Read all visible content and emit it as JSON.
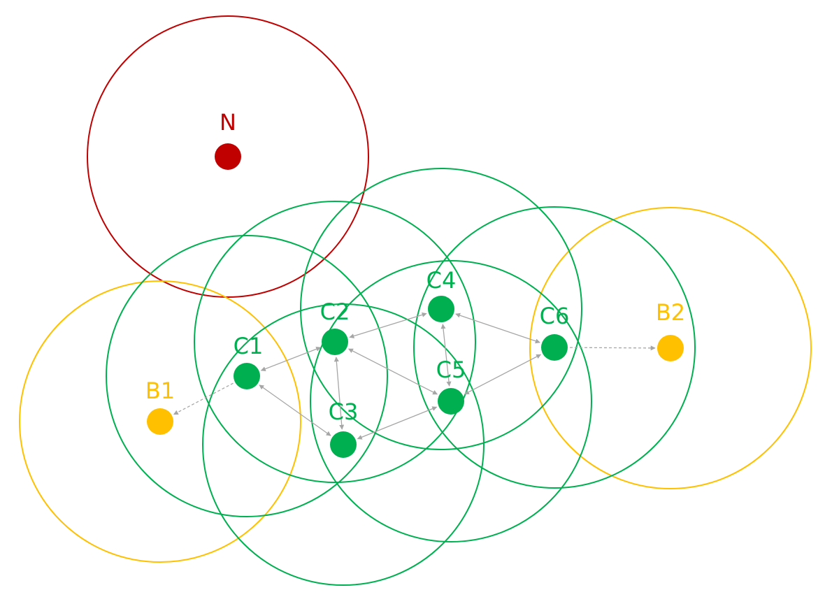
{
  "colors": {
    "outsider": "#C00000",
    "cluster": "#00B050",
    "border": "#FFC000",
    "link": "#A6A6A6"
  },
  "nodes": [
    {
      "id": "N",
      "label": "N",
      "role": "outsider"
    },
    {
      "id": "B1",
      "label": "B1",
      "role": "border"
    },
    {
      "id": "B2",
      "label": "B2",
      "role": "border"
    },
    {
      "id": "C1",
      "label": "C1",
      "role": "cluster"
    },
    {
      "id": "C2",
      "label": "C2",
      "role": "cluster"
    },
    {
      "id": "C3",
      "label": "C3",
      "role": "cluster"
    },
    {
      "id": "C4",
      "label": "C4",
      "role": "cluster"
    },
    {
      "id": "C5",
      "label": "C5",
      "role": "cluster"
    },
    {
      "id": "C6",
      "label": "C6",
      "role": "cluster"
    }
  ],
  "links": [
    {
      "from": "C1",
      "to": "C2",
      "type": "bidirectional"
    },
    {
      "from": "C1",
      "to": "C3",
      "type": "bidirectional"
    },
    {
      "from": "C2",
      "to": "C3",
      "type": "bidirectional"
    },
    {
      "from": "C2",
      "to": "C4",
      "type": "bidirectional"
    },
    {
      "from": "C2",
      "to": "C5",
      "type": "bidirectional"
    },
    {
      "from": "C3",
      "to": "C5",
      "type": "bidirectional"
    },
    {
      "from": "C4",
      "to": "C5",
      "type": "bidirectional"
    },
    {
      "from": "C4",
      "to": "C6",
      "type": "bidirectional"
    },
    {
      "from": "C5",
      "to": "C6",
      "type": "bidirectional"
    },
    {
      "from": "C1",
      "to": "B1",
      "type": "directed-dashed"
    },
    {
      "from": "C6",
      "to": "B2",
      "type": "directed-dashed"
    }
  ]
}
